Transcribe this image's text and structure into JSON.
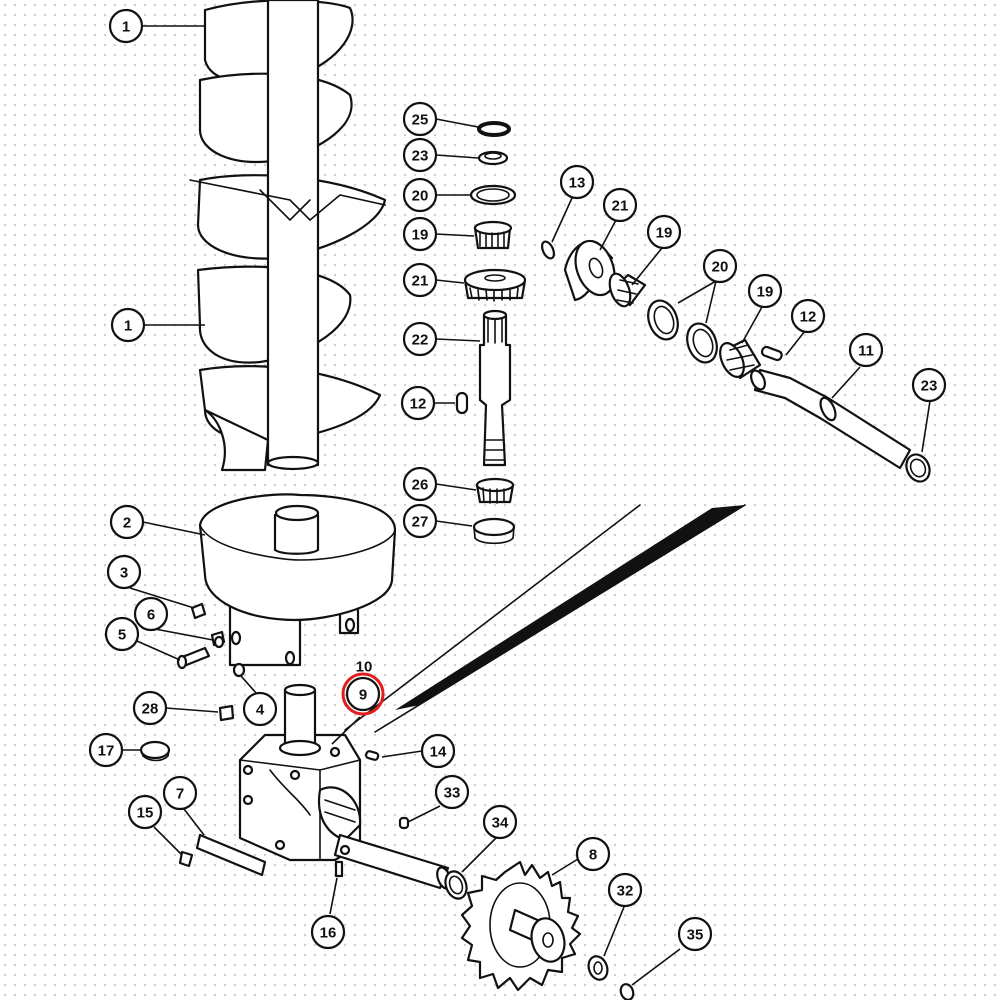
{
  "diagram": {
    "highlight_color": "#e01e1e",
    "highlighted_callout": "9",
    "callouts": [
      "1",
      "1",
      "25",
      "23",
      "20",
      "19",
      "21",
      "22",
      "12",
      "26",
      "27",
      "13",
      "21",
      "19",
      "20",
      "19",
      "12",
      "11",
      "23",
      "2",
      "3",
      "6",
      "5",
      "10",
      "9",
      "4",
      "28",
      "14",
      "17",
      "33",
      "7",
      "15",
      "34",
      "8",
      "32",
      "16",
      "35"
    ]
  }
}
